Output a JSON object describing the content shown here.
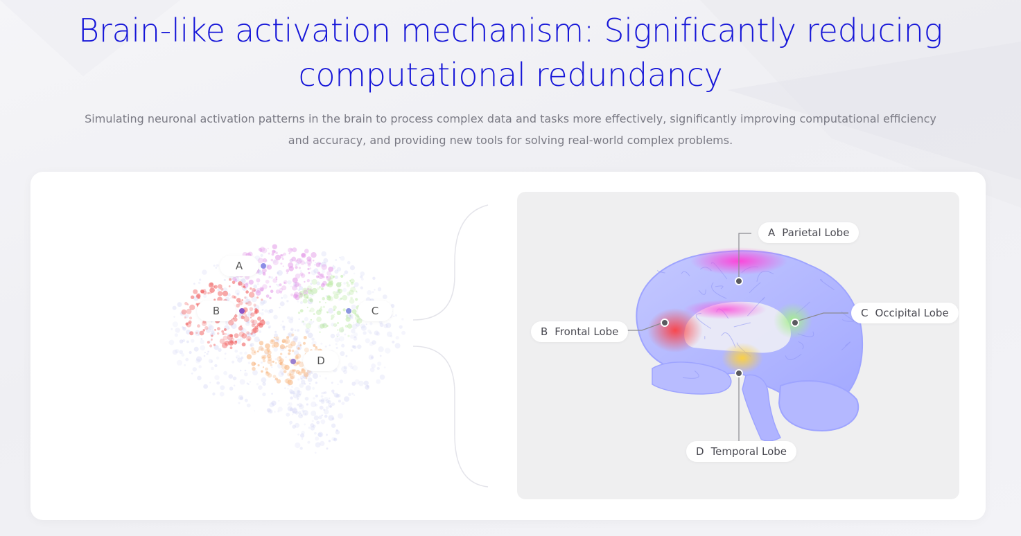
{
  "hero": {
    "title_line1": "Brain-like activation mechanism: Significantly reducing",
    "title_line2": "computational redundancy",
    "subtitle": "Simulating neuronal activation patterns in the brain to process complex data and tasks more effectively, significantly improving computational efficiency and accuracy, and providing new tools for solving real-world complex problems."
  },
  "particle_brain": {
    "markers": [
      {
        "letter": "A",
        "color": "#8c8ce6"
      },
      {
        "letter": "B",
        "color": "#8a55c8"
      },
      {
        "letter": "C",
        "color": "#8c95e0"
      },
      {
        "letter": "D",
        "color": "#9a7fd0"
      }
    ],
    "region_colors": {
      "A": "#e39be8",
      "B": "#f05a5a",
      "C": "#b8e8a0",
      "D": "#f7b27a",
      "base": "#c9cbf2"
    }
  },
  "anatomy": {
    "lobes": [
      {
        "letter": "A",
        "name": "Parietal Lobe",
        "glow": "#ff40d8"
      },
      {
        "letter": "B",
        "name": "Frontal Lobe",
        "glow": "#ff4a4a"
      },
      {
        "letter": "C",
        "name": "Occipital Lobe",
        "glow": "#a6f08a"
      },
      {
        "letter": "D",
        "name": "Temporal Lobe",
        "glow": "#ffd23a"
      }
    ],
    "brain_color": "#aab0ff"
  }
}
